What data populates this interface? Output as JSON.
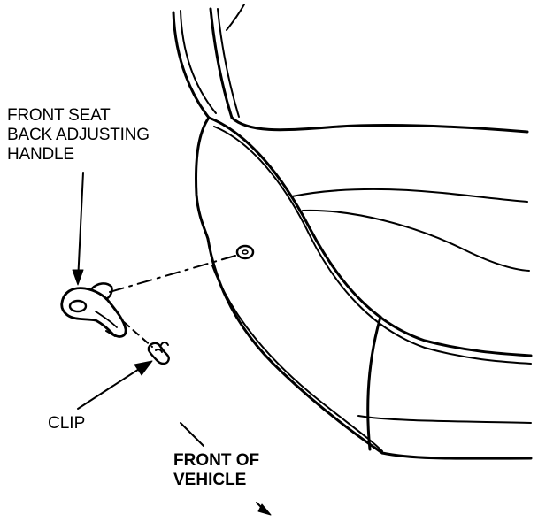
{
  "labels": {
    "handle": [
      "FRONT SEAT",
      "BACK ADJUSTING",
      "HANDLE"
    ],
    "clip": "CLIP",
    "front": [
      "FRONT OF",
      "VEHICLE"
    ]
  },
  "colors": {
    "ink": "#000000",
    "paper": "#ffffff"
  }
}
